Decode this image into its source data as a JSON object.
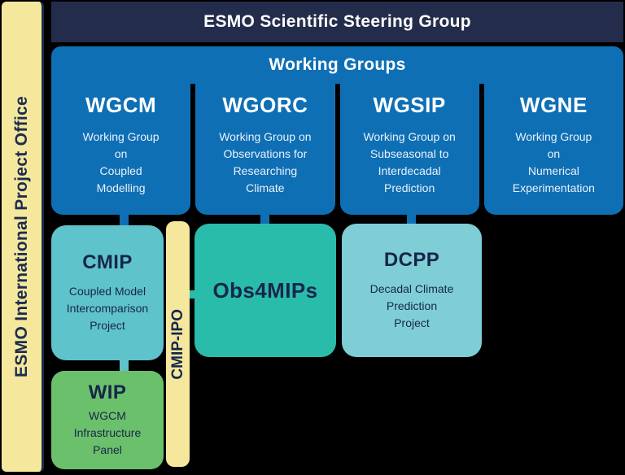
{
  "left_bar": {
    "label": "ESMO International Project Office"
  },
  "header": {
    "title": "ESMO Scientific Steering Group"
  },
  "working_groups": {
    "title": "Working Groups",
    "groups": [
      {
        "abbr": "WGCM",
        "name_lines": [
          "Working Group",
          "on",
          "Coupled",
          "Modelling"
        ]
      },
      {
        "abbr": "WGORC",
        "name_lines": [
          "Working Group on",
          "Observations for",
          "Researching",
          "Climate"
        ]
      },
      {
        "abbr": "WGSIP",
        "name_lines": [
          "Working Group on",
          "Subseasonal to",
          "Interdecadal",
          "Prediction"
        ]
      },
      {
        "abbr": "WGNE",
        "name_lines": [
          "Working Group",
          "on",
          "Numerical",
          "Experimentation"
        ]
      }
    ]
  },
  "projects": {
    "cmip": {
      "abbr": "CMIP",
      "name_lines": [
        "Coupled Model",
        "Intercomparison",
        "Project"
      ]
    },
    "obs4mips": {
      "abbr": "Obs4MIPs"
    },
    "dcpp": {
      "abbr": "DCPP",
      "name_lines": [
        "Decadal Climate",
        "Prediction",
        "Project"
      ]
    },
    "wip": {
      "abbr": "WIP",
      "name_lines": [
        "WGCM",
        "Infrastructure",
        "Panel"
      ]
    }
  },
  "cmip_ipo": {
    "label": "CMIP-IPO"
  },
  "colors": {
    "background": "#000000",
    "header_navy": "#232d4b",
    "group_blue": "#0f6fb5",
    "office_yellow": "#f5e89d",
    "cmip_teal": "#5fc3cb",
    "obs4mips_teal": "#2abcab",
    "dcpp_teal": "#7fced5",
    "wip_green": "#6bc06b",
    "dark_text": "#16264a"
  }
}
